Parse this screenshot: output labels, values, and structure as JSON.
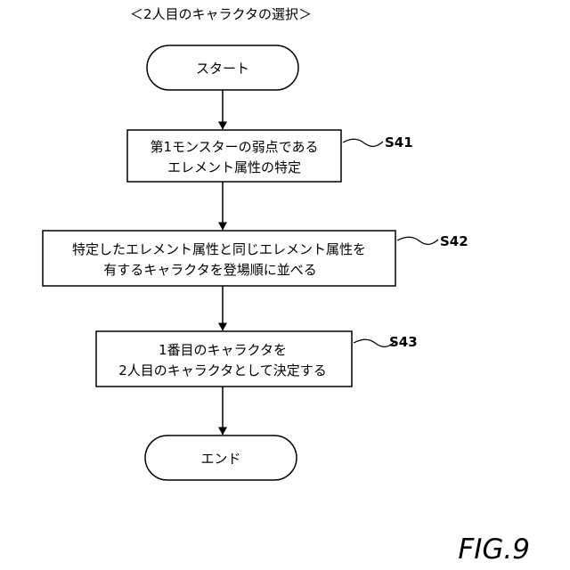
{
  "title": "＜2人目のキャラクタの選択＞",
  "start": "スタート",
  "steps": [
    {
      "id": "S41",
      "lines": [
        "第1モンスターの弱点である",
        "エレメント属性の特定"
      ]
    },
    {
      "id": "S42",
      "lines": [
        "特定したエレメント属性と同じエレメント属性を",
        "有するキャラクタを登場順に並べる"
      ]
    },
    {
      "id": "S43",
      "lines": [
        "1番目のキャラクタを",
        "2人目のキャラクタとして決定する"
      ]
    }
  ],
  "end": "エンド",
  "figure_label": "FIG.9",
  "colors": {
    "stroke": "#000000",
    "background": "#ffffff"
  }
}
